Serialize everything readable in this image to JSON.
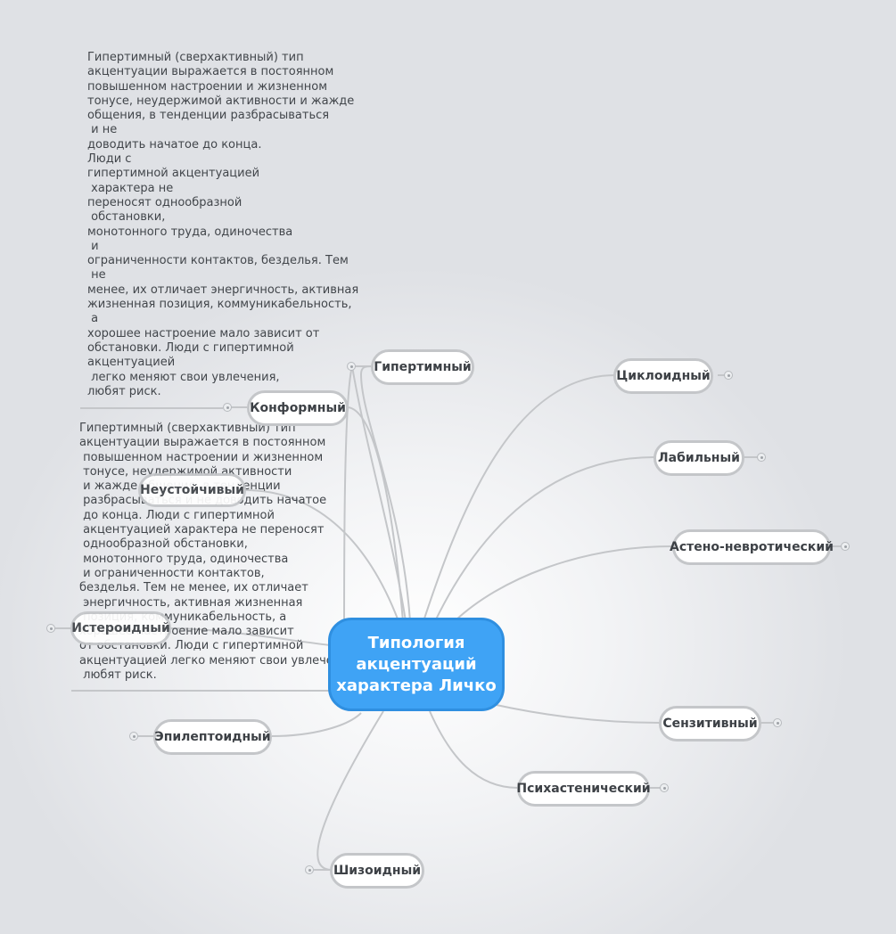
{
  "central_topic": {
    "lines": [
      "Типология",
      "акцентуаций",
      "характера Личко"
    ],
    "color": "#3fa3f5"
  },
  "topics": {
    "hyperthymic": "Гипертимный",
    "conformal": "Конформный",
    "unstable": "Неустойчивый",
    "hysteroid": "Истероидный",
    "epileptoid": "Эпилептоидный",
    "schizoid": "Шизоидный",
    "cycloid": "Циклоидный",
    "labile": "Лабильный",
    "asthenoneurotic": "Астено-невротический",
    "sensitive": "Сензитивный",
    "psychasthenic": "Психастенический"
  },
  "notes": {
    "hyperthymic_note_1": "Гипертимный (сверхактивный) тип\nакцентуации выражается в постоянном\nповышенном настроении и жизненном\nтонусе, неудержимой активности и жажде\nобщения, в тенденции разбрасываться\n и не\nдоводить начатое до конца.\nЛюди с\nгипертимной акцентуацией\n характера не\nпереносят однообразной\n обстановки,\nмонотонного труда, одиночества\n и\nограниченности контактов, безделья. Тем\n не\nменее, их отличает энергичность, активная\nжизненная позиция, коммуникабельность,\n а\nхорошее настроение мало зависит от\nобстановки. Люди с гипертимной\nакцентуацией\n легко меняют свои увлечения,\nлюбят риск.",
    "hyperthymic_note_2": "Гипертимный (сверхактивный) тип\nакцентуации выражается в постоянном\n повышенном настроении и жизненном\n тонусе, неудержимой активности\n и жажде общения, в тенденции\n разбрасываться и не доводить начатое\n до конца. Люди с гипертимной\n акцентуацией характера не переносят\n однообразной обстановки,\n монотонного труда, одиночества\n и ограниченности контактов,\nбезделья. Тем не менее, их отличает\n энергичность, активная жизненная\n позиция, коммуникабельность, а\nхорошее настроение мало зависит\nот обстановки. Люди с гипертимной\nакцентуацией легко меняют свои увлечения,\n любят риск."
  },
  "colors": {
    "branch_line": "#c4c6c9",
    "node_border": "#c4c6c9",
    "node_text": "#3d4146",
    "central_fill": "#3fa3f5"
  }
}
